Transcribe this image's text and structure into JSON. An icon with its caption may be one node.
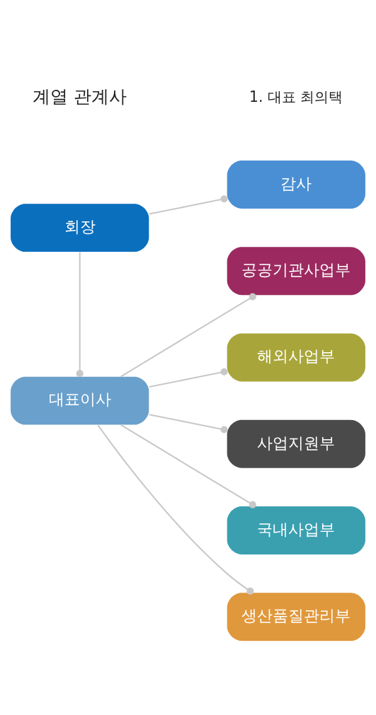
{
  "diagram": {
    "nodes": [
      {
        "text": [
          "회장"
        ]
      },
      {
        "text": [
          "감사"
        ]
      },
      {
        "text": [
          "대표이사"
        ]
      },
      {
        "text": [
          "공공기관사업부"
        ]
      },
      {
        "text": [
          "해외사업부"
        ]
      },
      {
        "text": [
          "사업지원부"
        ]
      },
      {
        "text": [
          "국내사업부"
        ]
      },
      {
        "text": [
          "생산품질관리부"
        ]
      }
    ],
    "edges": [
      {
        "from": 0,
        "to": 1,
        "arrow": "other"
      },
      {
        "from": 0,
        "to": 2,
        "arrow": "other"
      },
      {
        "from": 2,
        "to": 3,
        "arrow": "other"
      },
      {
        "from": 2,
        "to": 4,
        "arrow": "other"
      },
      {
        "from": 2,
        "to": 5,
        "arrow": "other"
      },
      {
        "from": 2,
        "to": 6,
        "arrow": "other"
      },
      {
        "from": 2,
        "to": 7,
        "arrow": "other"
      }
    ],
    "labels": [
      "계열 관계사",
      "1. 대표 최의택"
    ]
  }
}
